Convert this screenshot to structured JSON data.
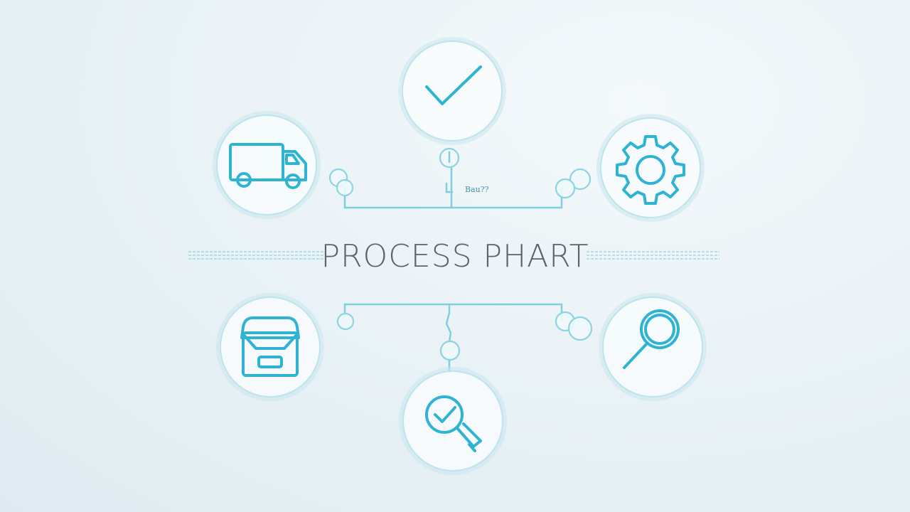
{
  "title": "PROCESS PHART",
  "connector_label": "Bau??",
  "nodes": [
    {
      "id": "check",
      "icon": "checkmark-icon"
    },
    {
      "id": "truck",
      "icon": "truck-icon"
    },
    {
      "id": "gear",
      "icon": "gear-icon"
    },
    {
      "id": "box",
      "icon": "box-icon"
    },
    {
      "id": "inspect",
      "icon": "magnifier-check-icon"
    },
    {
      "id": "search",
      "icon": "magnifier-icon"
    }
  ],
  "colors": {
    "accent": "#2fb3d3",
    "connector": "#7fcfe0",
    "title": "#5d6469",
    "background": "#e8f1f5"
  }
}
